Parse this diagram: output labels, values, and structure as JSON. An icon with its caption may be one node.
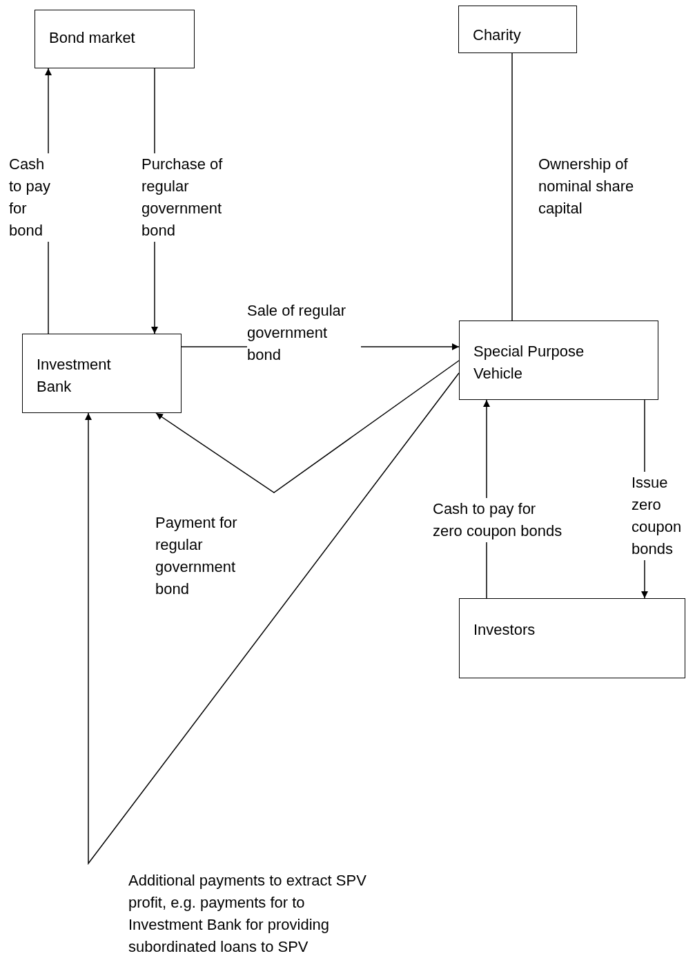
{
  "diagram": {
    "nodes": [
      {
        "text": [
          "Bond market"
        ]
      },
      {
        "text": [
          "Charity"
        ]
      },
      {
        "text": [
          "Investment Bank"
        ]
      },
      {
        "text": [
          "Special Purpose Vehicle"
        ]
      },
      {
        "text": [
          "Investors"
        ]
      }
    ],
    "edges": [
      {
        "from": 2,
        "to": 0,
        "arrow": "to",
        "label": "Cash to pay for bond"
      },
      {
        "from": 0,
        "to": 2,
        "arrow": "to",
        "label": "Purchase of regular government bond"
      },
      {
        "from": 2,
        "to": 3,
        "arrow": "to",
        "label": "Sale of regular government bond"
      },
      {
        "from": 3,
        "to": 2,
        "arrow": "to",
        "label": "Payment for regular government bond"
      },
      {
        "from": 1,
        "to": 3,
        "arrow": "none",
        "label": "Ownership of nominal share capital"
      },
      {
        "from": 3,
        "to": 2,
        "arrow": "to",
        "label": "Additional payments to extract SPV profit, e.g. payments for to Investment Bank for providing subordinated loans to SPV"
      },
      {
        "from": 4,
        "to": 3,
        "arrow": "to",
        "label": "Cash to pay for zero coupon bonds"
      },
      {
        "from": 3,
        "to": 4,
        "arrow": "to",
        "label": "Issue zero coupon bonds"
      }
    ]
  }
}
